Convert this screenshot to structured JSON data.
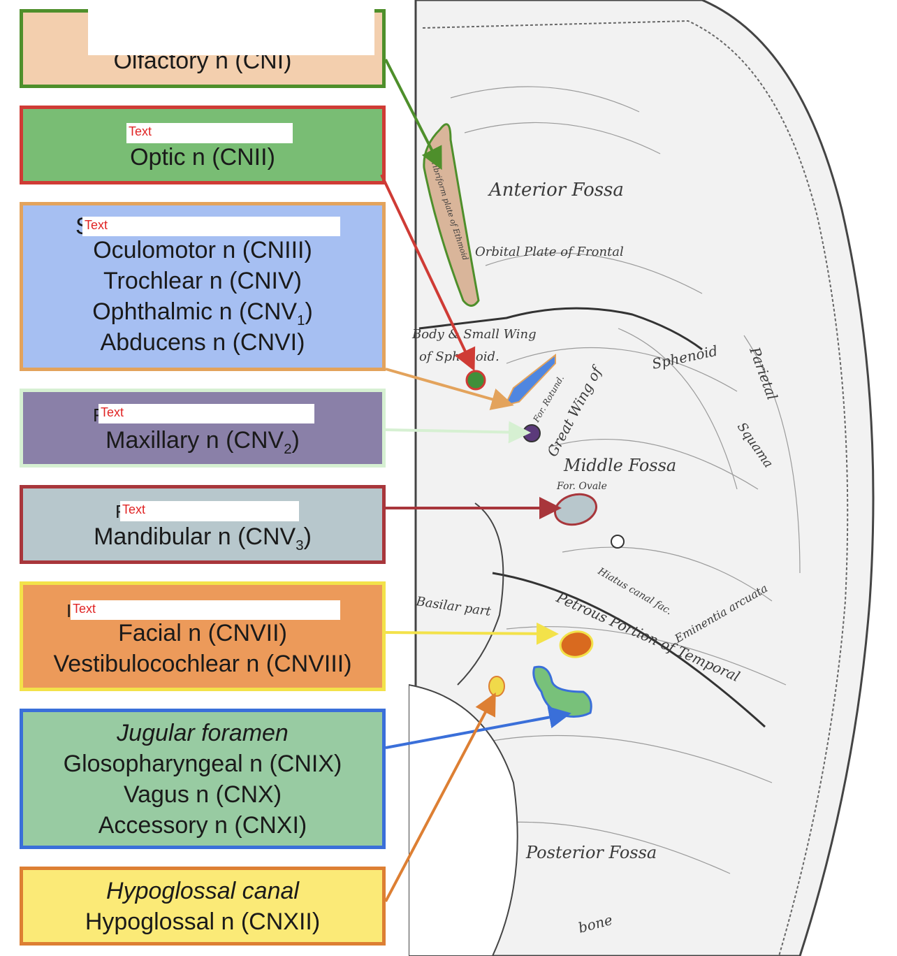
{
  "boxes": {
    "olfactory": {
      "lines": [
        "Olfactory n (CNI)"
      ],
      "colors": {
        "fill": "#f3cfae",
        "border": "#4e8f2b"
      }
    },
    "optic": {
      "mask_text": "Text",
      "lines": [
        "Optic n (CNII)"
      ],
      "colors": {
        "fill": "#79bd74",
        "border": "#cf3b35"
      }
    },
    "orbital": {
      "mask_text": "Text",
      "stub": "S",
      "lines": [
        "Oculomotor n (CNIII)",
        "Trochlear n (CNIV)",
        "Ophthalmic n (CNV",
        "1",
        ")",
        "Abducens n (CNVI)"
      ],
      "colors": {
        "fill": "#a6bff2",
        "border": "#e3a35c"
      }
    },
    "maxillary": {
      "mask_text": "Text",
      "stub": "F",
      "lines": [
        "Maxillary n (CNV",
        "2",
        ")"
      ],
      "colors": {
        "fill": "#8a80a8",
        "border": "#d6f0d2"
      }
    },
    "mandibular": {
      "mask_text": "Text",
      "stub": "F",
      "lines": [
        "Mandibular n (CNV",
        "3",
        ")"
      ],
      "colors": {
        "fill": "#b7c7cc",
        "border": "#a8363b"
      }
    },
    "internal": {
      "mask_text": "Text",
      "stub": "I",
      "lines": [
        "Facial n (CNVII)",
        "Vestibulocochlear n (CNVIII)"
      ],
      "colors": {
        "fill": "#ec9a5a",
        "border": "#f3e24a"
      }
    },
    "jugular": {
      "heading": "Jugular foramen",
      "lines": [
        "Glosopharyngeal n (CNIX)",
        "Vagus n (CNX)",
        "Accessory n (CNXI)"
      ],
      "colors": {
        "fill": "#98cba2",
        "border": "#3a6fd9"
      }
    },
    "hypoglossal": {
      "heading": "Hypoglossal canal",
      "lines": [
        "Hypoglossal n (CNXII)"
      ],
      "colors": {
        "fill": "#fbea77",
        "border": "#dd7f33"
      }
    }
  },
  "skull_labels": {
    "anterior_fossa": "Anterior Fossa",
    "orbital_plate": "Orbital Plate of Frontal",
    "body_sphenoid": "Body & Small Wing",
    "of_sphenoid": "of Sphenoid.",
    "sphenoid": "Sphenoid",
    "great_wing": "Great Wing of",
    "middle_fossa": "Middle Fossa",
    "for_ovale": "For. Ovale",
    "hiatus": "Hiatus canal fac.",
    "petrous": "Petrous Portion of Temporal",
    "eminentia": "Eminentia arcuata",
    "basilar": "Basilar part",
    "posterior_fossa": "Posterior Fossa",
    "occipital_bone": "bone",
    "parietal": "Parietal",
    "squama": "Squama",
    "cribriform": "Cribriform plate of Ethmoid",
    "for_rotund": "For. Rotund."
  },
  "foramina_colors": {
    "cribriform": "#d9b59a",
    "optic": "#3f8f3a",
    "sos_fissure": "#4f86e0",
    "rotundum": "#5b3a7a",
    "ovale": "#b8c7cc",
    "iam": "#d96a1f",
    "jugular": "#78c17a",
    "hypoglossal": "#f0d94a"
  }
}
